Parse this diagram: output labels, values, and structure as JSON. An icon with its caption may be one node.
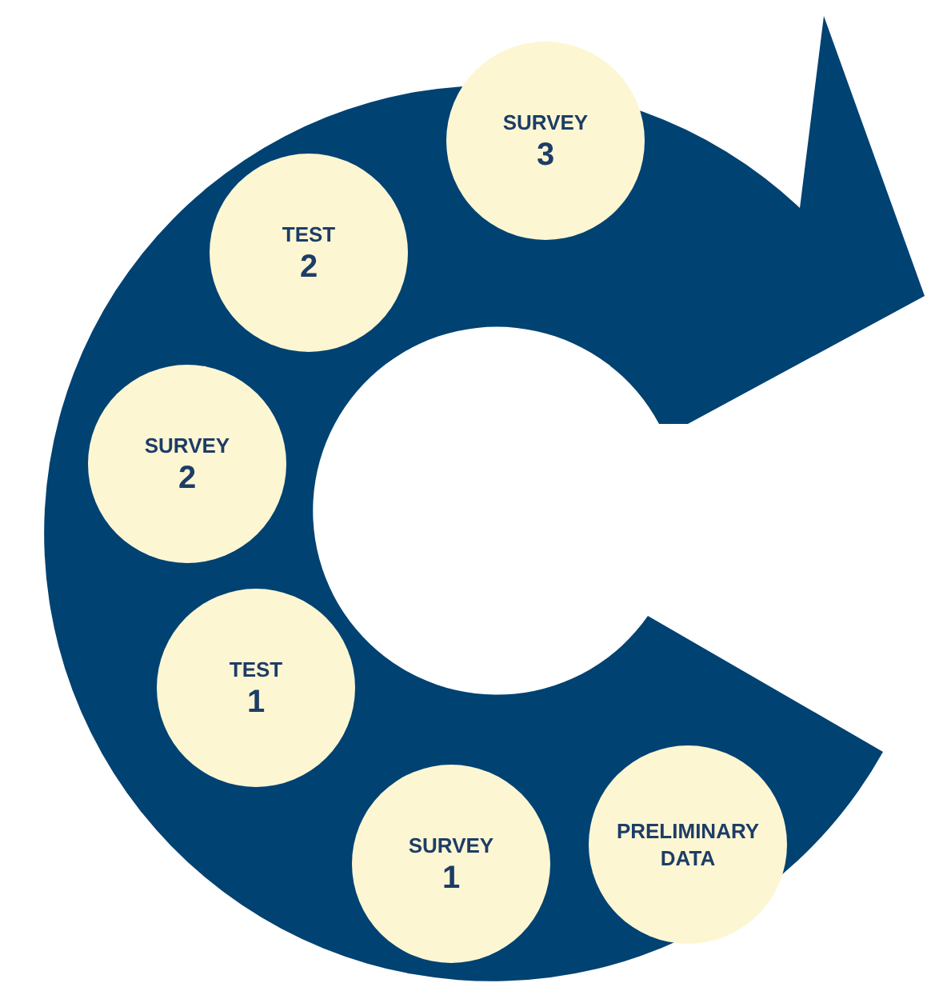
{
  "diagram": {
    "nodes": [
      {
        "text": [],
        "shape": "arrow"
      },
      {
        "text": [
          "PRELIMINARY DATA"
        ],
        "in": 0
      },
      {
        "text": [
          "SURVEY",
          "1"
        ],
        "in": 0
      },
      {
        "text": [
          "TEST",
          "1"
        ],
        "in": 0
      },
      {
        "text": [
          "SURVEY",
          "2"
        ],
        "in": 0
      },
      {
        "text": [
          "TEST",
          "2"
        ],
        "in": 0
      },
      {
        "text": [
          "SURVEY",
          "3"
        ],
        "in": 0
      }
    ]
  }
}
